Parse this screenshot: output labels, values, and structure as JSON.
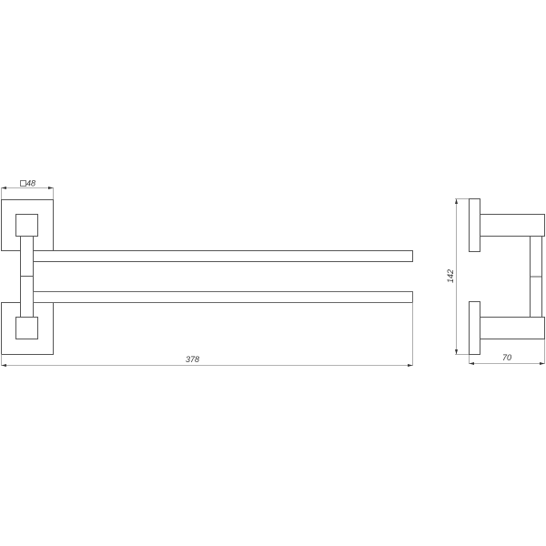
{
  "drawing": {
    "type": "technical drawing - double swivel towel bar",
    "front_view": {
      "plate_size_label": "48",
      "plate_size_symbol": "square",
      "overall_length_label": "378"
    },
    "side_view": {
      "height_label": "142",
      "depth_label": "70"
    },
    "colors": {
      "outline": "#555555",
      "dimension": "#999999",
      "background": "#ffffff"
    }
  }
}
